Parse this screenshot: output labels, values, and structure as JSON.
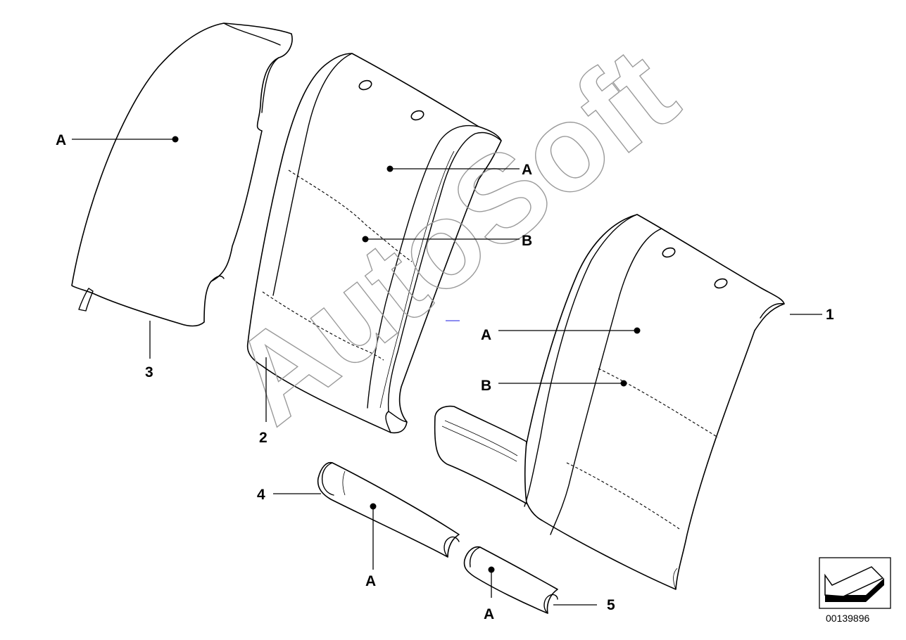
{
  "labels": {
    "part1": "1",
    "part2": "2",
    "part3": "3",
    "part4": "4",
    "part5": "5",
    "material_a": "A",
    "material_b": "B"
  },
  "watermark": "AutoSoft",
  "diagram_code": "00139896",
  "icons": {
    "corner": "direction-arrow-icon"
  },
  "colors": {
    "line": "#000000",
    "watermark": "#9a9a9a",
    "background": "#ffffff"
  }
}
